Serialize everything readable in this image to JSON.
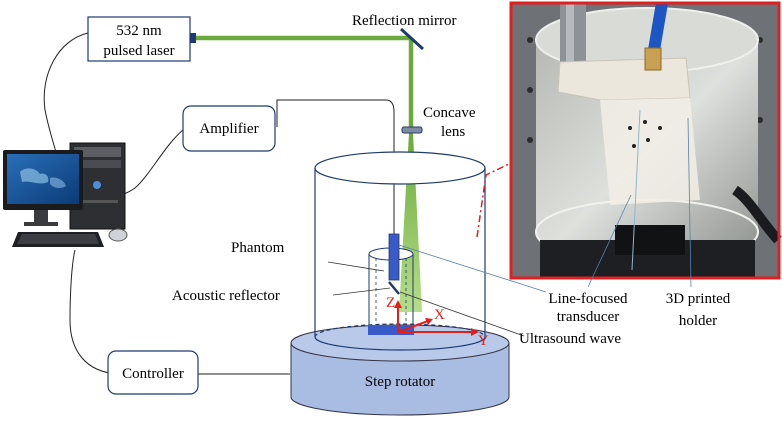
{
  "labels": {
    "laser_line1": "532 nm",
    "laser_line2": "pulsed laser",
    "mirror": "Reflection mirror",
    "lens_line1": "Concave",
    "lens_line2": "lens",
    "amplifier": "Amplifier",
    "phantom": "Phantom",
    "reflector": "Acoustic reflector",
    "transducer_line1": "Line-focused",
    "transducer_line2": "transducer",
    "holder_line1": "3D printed",
    "holder_line2": "holder",
    "ultrasound": "Ultrasound wave",
    "controller": "Controller",
    "rotator": "Step rotator"
  },
  "axes": {
    "x": "X",
    "y": "Y",
    "z": "Z"
  },
  "colors": {
    "laser_beam": "#6aaa3a",
    "rotator_fill": "#a9bde3",
    "component_blue": "#3a5bc7",
    "axis_red": "#e0201b",
    "photo_border": "#e02020"
  }
}
